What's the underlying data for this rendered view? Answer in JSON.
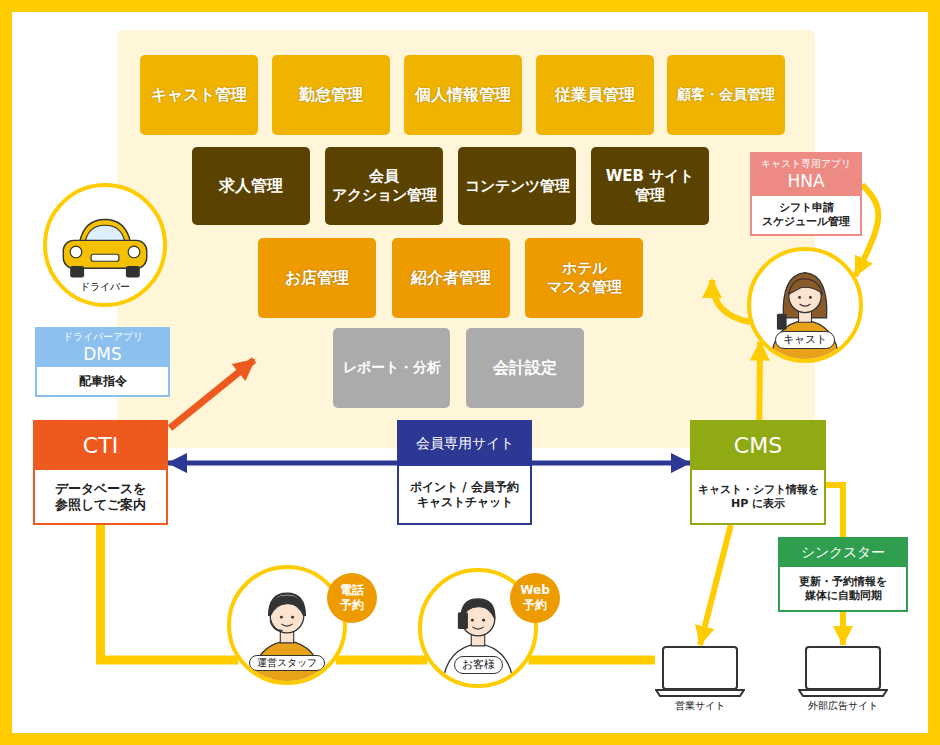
{
  "diagram": {
    "nodes": [
      {
        "text": [
          "キャスト管理"
        ]
      },
      {
        "text": [
          "勤怠管理"
        ]
      },
      {
        "text": [
          "個人情報管理"
        ]
      },
      {
        "text": [
          "従業員管理"
        ]
      },
      {
        "text": [
          "顧客・会員管理"
        ]
      },
      {
        "text": [
          "キャスト専用アプリ",
          "HNA",
          "シフト申請 スケジュール管理"
        ]
      },
      {
        "text": [
          "求人管理"
        ]
      },
      {
        "text": [
          "会員 アクション管理"
        ]
      },
      {
        "text": [
          "コンテンツ管理"
        ]
      },
      {
        "text": [
          "WEB サイト 管理"
        ]
      },
      {
        "text": [
          "ドライバー"
        ]
      },
      {
        "text": [
          "お店管理"
        ]
      },
      {
        "text": [
          "紹介者管理"
        ]
      },
      {
        "text": [
          "ホテル マスタ管理"
        ]
      },
      {
        "text": [
          "キャスト"
        ]
      },
      {
        "text": [
          "ドライバーアプリ",
          "DMS",
          "配車指令"
        ]
      },
      {
        "text": [
          "レポート・分析"
        ]
      },
      {
        "text": [
          "会計設定"
        ]
      },
      {
        "text": [
          "CTI",
          "データベースを 参照してご案内"
        ]
      },
      {
        "text": [
          "会員専用サイト",
          "ポイント / 会員予約 キャストチャット"
        ]
      },
      {
        "text": [
          "CMS",
          "キャスト・シフト情報を HP に表示"
        ]
      },
      {
        "text": [
          "シンクスター",
          "更新・予約情報を 媒体に自動同期"
        ]
      },
      {
        "text": [
          "電話 予約"
        ]
      },
      {
        "text": [
          "Web 予約"
        ]
      },
      {
        "text": [
          "運営スタッフ"
        ]
      },
      {
        "text": [
          "お客様"
        ]
      },
      {
        "text": [
          "営業サイト"
        ]
      },
      {
        "text": [
          "外部広告サイト"
        ]
      }
    ],
    "edges": [
      {
        "from": 18,
        "to": 24,
        "arrow": "none"
      },
      {
        "from": 24,
        "to": 25,
        "arrow": "none"
      },
      {
        "from": 25,
        "to": 26,
        "arrow": "none"
      },
      {
        "from": 19,
        "to": 18,
        "arrow": "to"
      },
      {
        "from": 19,
        "to": 20,
        "arrow": "to"
      },
      {
        "from": 5,
        "to": 14,
        "arrow": "to"
      },
      {
        "from": 20,
        "to": 14,
        "arrow": "to"
      },
      {
        "from": 20,
        "to": 26,
        "arrow": "to"
      },
      {
        "from": 20,
        "to": 21,
        "arrow": "none"
      },
      {
        "from": 21,
        "to": 27,
        "arrow": "to"
      }
    ]
  }
}
